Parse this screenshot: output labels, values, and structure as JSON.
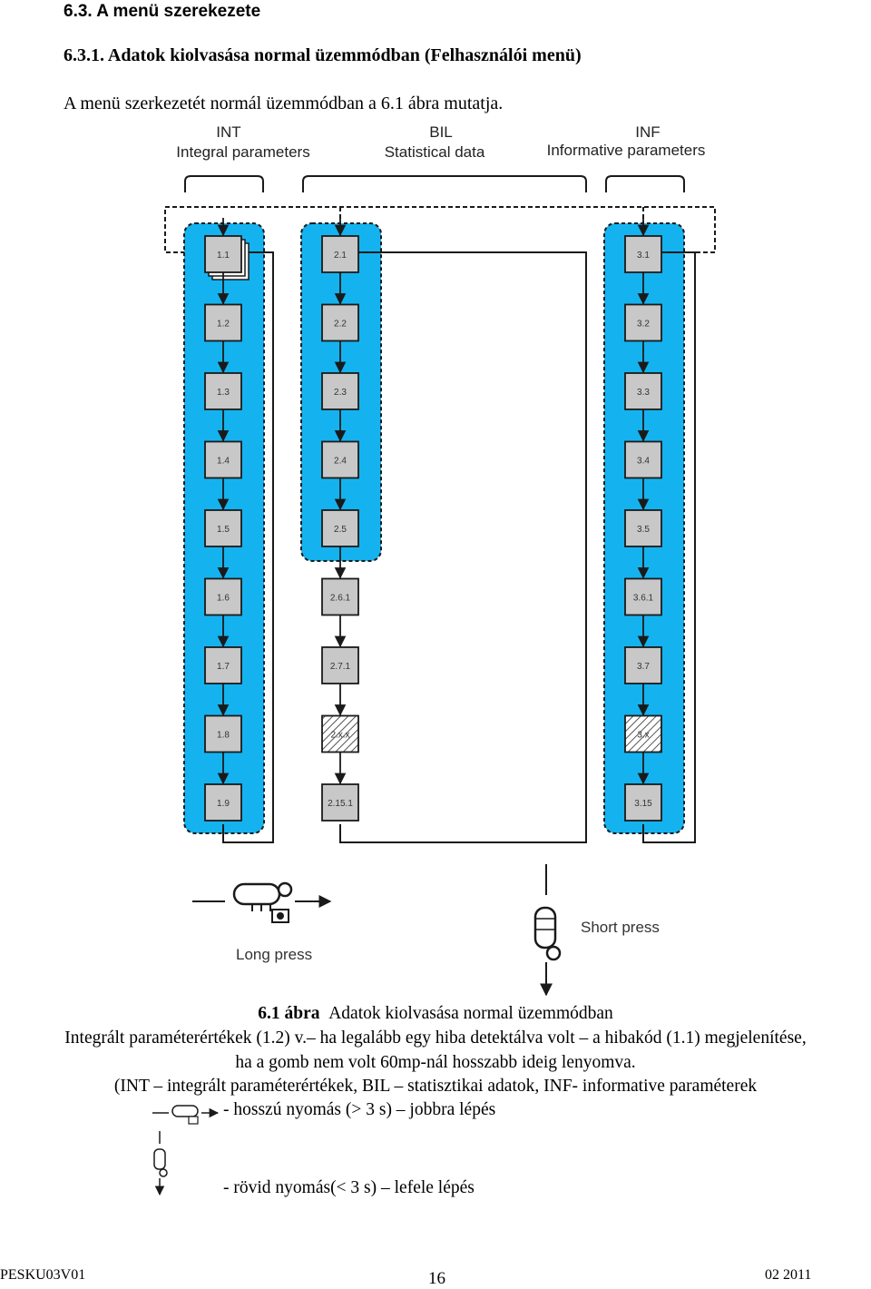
{
  "heading": "6.3. A menü szerekezete",
  "subheading": "6.3.1. Adatok kiolvasása normal üzemmódban  (Felhasználói menü)",
  "intro": "A menü szerkezetét normál üzemmódban a 6.1 ábra mutatja.",
  "diagram": {
    "groups": [
      {
        "code": "INT",
        "title": "Integral parameters"
      },
      {
        "code": "BIL",
        "title": "Statistical data"
      },
      {
        "code": "INF",
        "title": "Informative parameters"
      }
    ],
    "col1": [
      "1.1",
      "1.2",
      "1.3",
      "1.4",
      "1.5",
      "1.6",
      "1.7",
      "1.8",
      "1.9"
    ],
    "col2": [
      "2.1",
      "2.2",
      "2.3",
      "2.4",
      "2.5",
      "2.6.1",
      "2.7.1",
      "2.x.x",
      "2.15.1"
    ],
    "col3": [
      "3.1",
      "3.2",
      "3.3",
      "3.4",
      "3.5",
      "3.6.1",
      "3.7",
      "3.x",
      "3.15"
    ],
    "long_press": "Long press",
    "short_press": "Short press",
    "colors": {
      "highlight": "#14b3ef",
      "box": "#c8c8c8",
      "line": "#1a1a1a"
    }
  },
  "caption": {
    "num": "6.1 ábra",
    "title": "Adatok kiolvasása normal üzemmódban",
    "line2": "Integrált paraméterértékek (1.2) v.– ha legalább egy hiba detektálva volt – a hibakód (1.1) megjelenítése,",
    "line3": "ha a gomb nem volt 60mp-nál hosszabb ideig lenyomva.",
    "line4": "(INT – integrált paraméterértékek, BIL – statisztikai adatok, INF- informative paraméterek",
    "long_text": "- hosszú nyomás (> 3 s) – jobbra lépés",
    "short_text": "- rövid nyomás(< 3 s) – lefele lépés"
  },
  "footer": {
    "left": "PESKU03V01",
    "center": "16",
    "right": "02 2011"
  }
}
